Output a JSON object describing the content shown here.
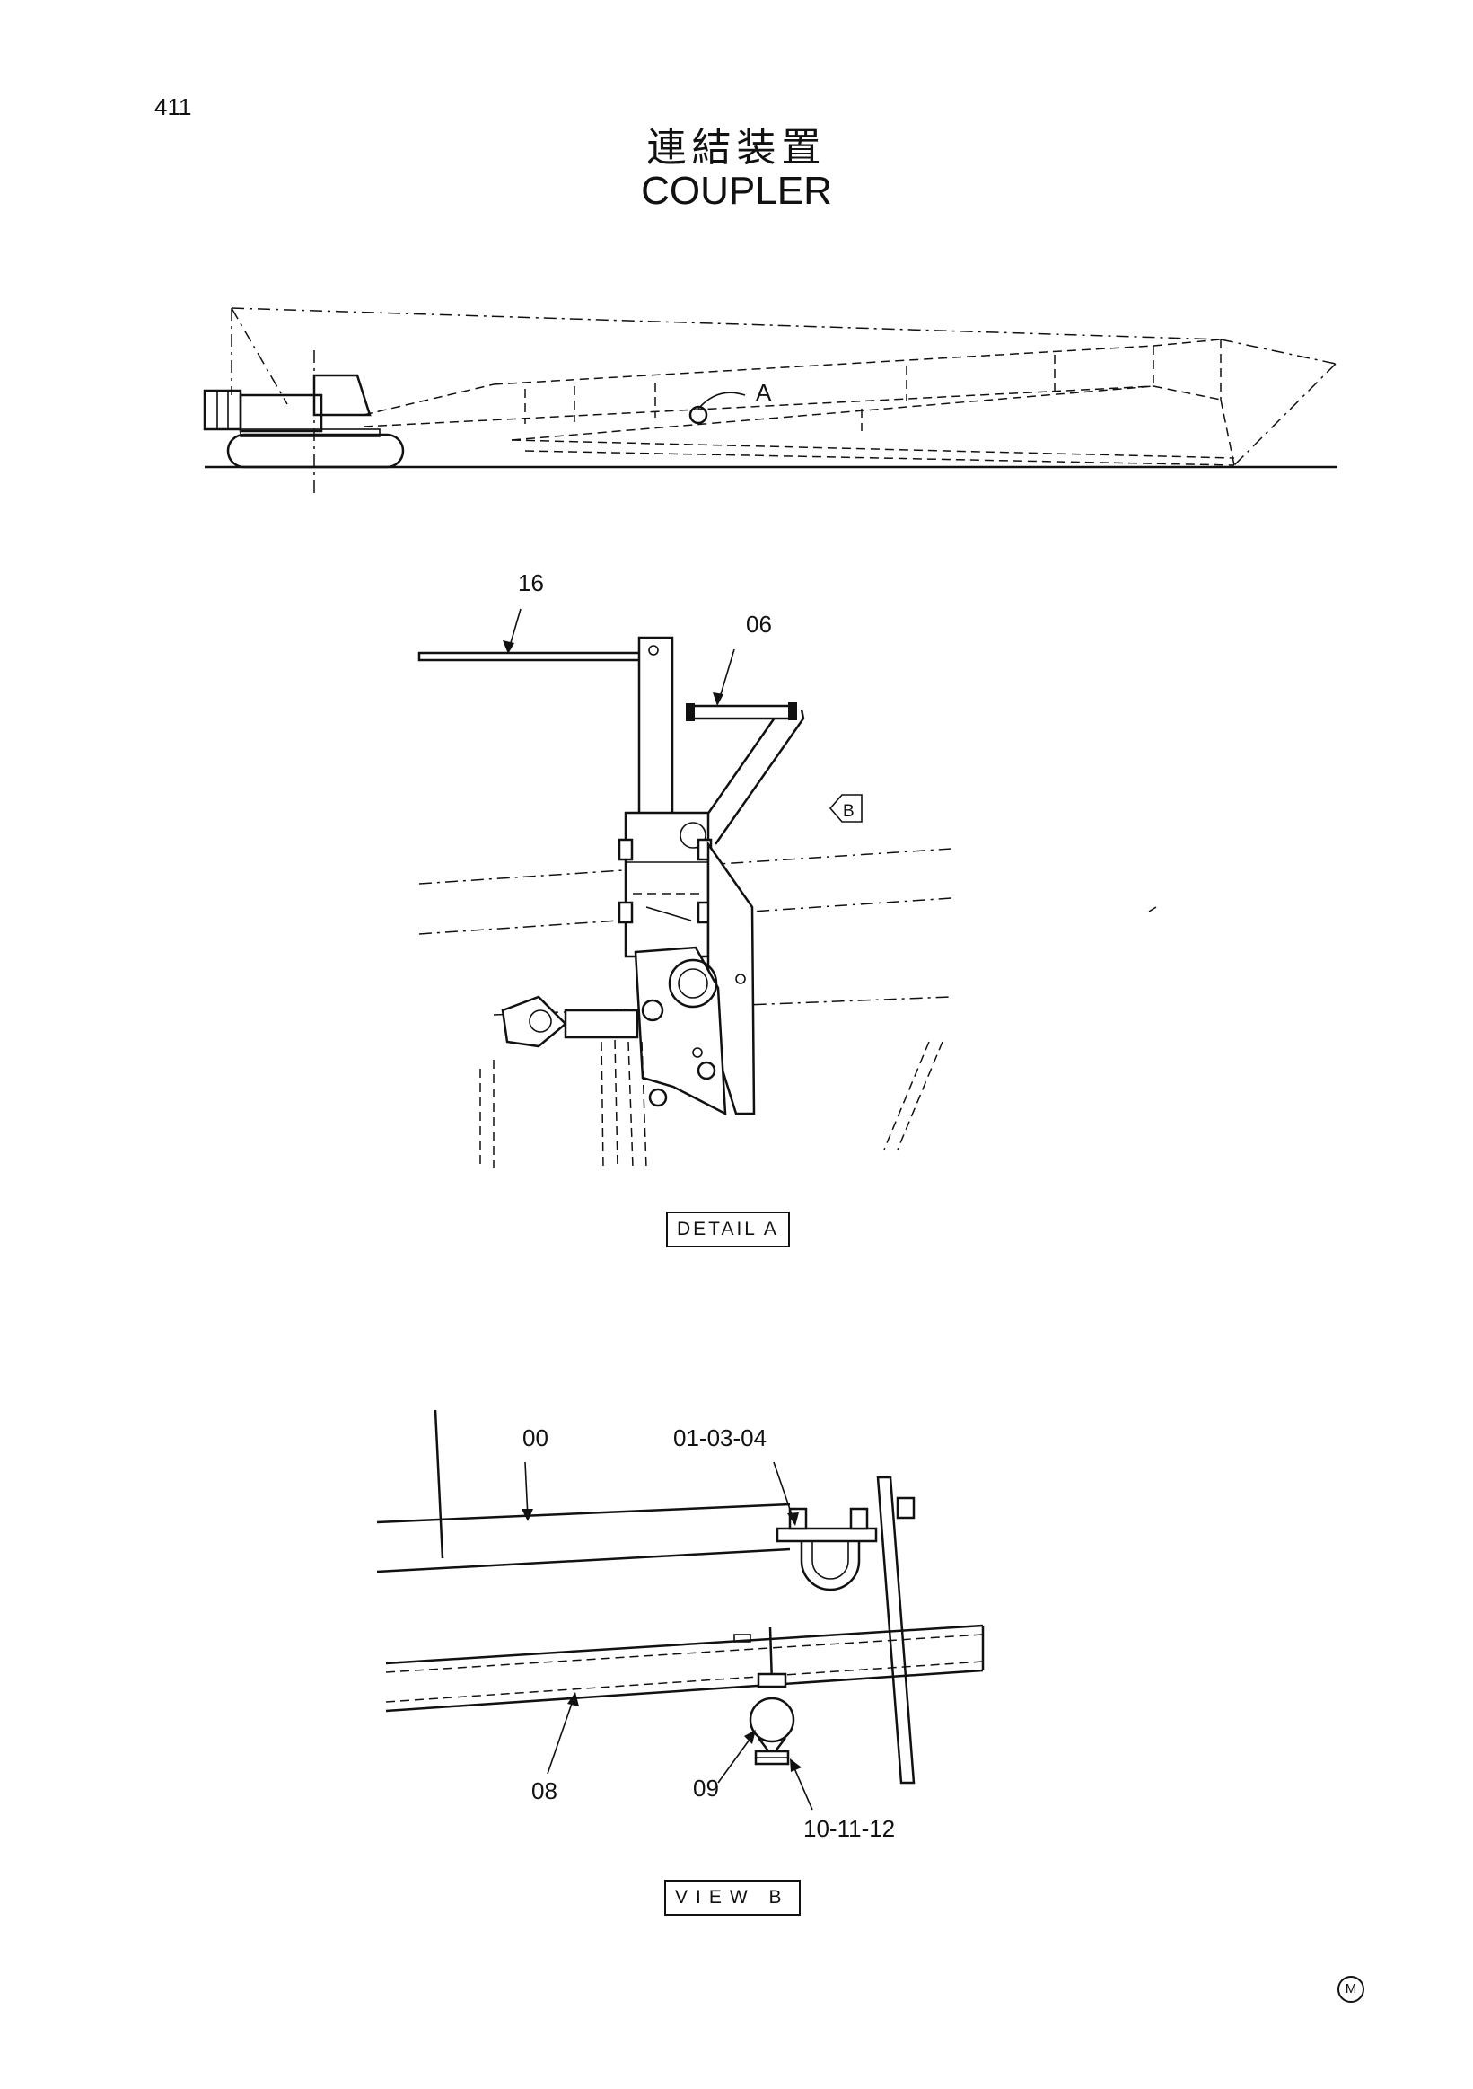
{
  "page": {
    "number": "411"
  },
  "title": {
    "japanese": "連結装置",
    "english": "COUPLER"
  },
  "overview": {
    "callout": "A"
  },
  "detail_a": {
    "caption": "DETAIL A",
    "view_marker": "B",
    "part_labels": {
      "p16": "16",
      "p06": "06"
    }
  },
  "view_b": {
    "caption": "VIEW B",
    "part_labels": {
      "p00": "00",
      "p01": "01-03-04",
      "p08": "08",
      "p09": "09",
      "p10": "10-11-12"
    }
  },
  "footer": {
    "mark": "M"
  }
}
